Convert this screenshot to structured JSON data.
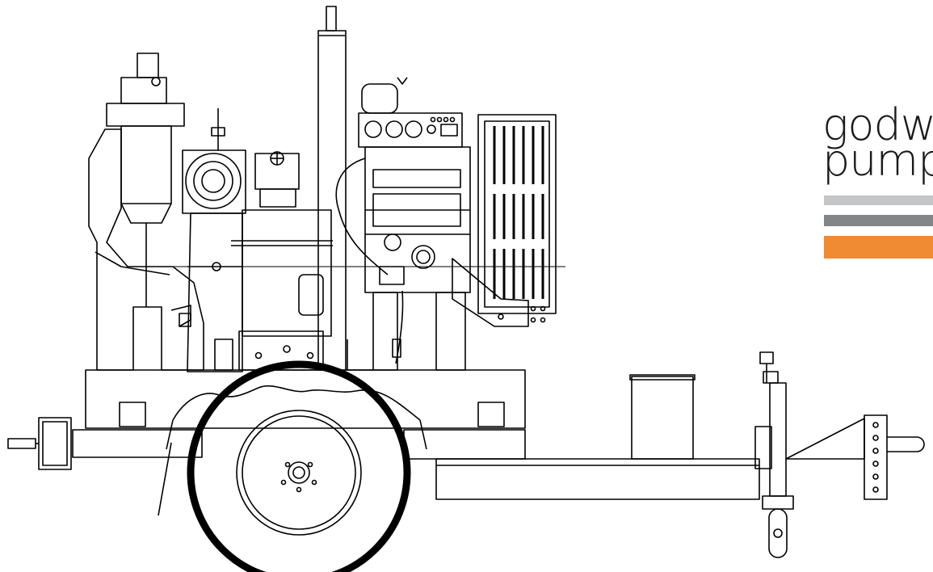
{
  "logo": {
    "line1": "godw",
    "line2": "pump",
    "text_color": "#1a1a1a",
    "bar_colors": [
      "#c3c4c6",
      "#848587",
      "#f08a33"
    ]
  },
  "drawing": {
    "subject": "trailer-mounted-pump-line-drawing",
    "line_color": "#000000",
    "background": "#ffffff"
  }
}
